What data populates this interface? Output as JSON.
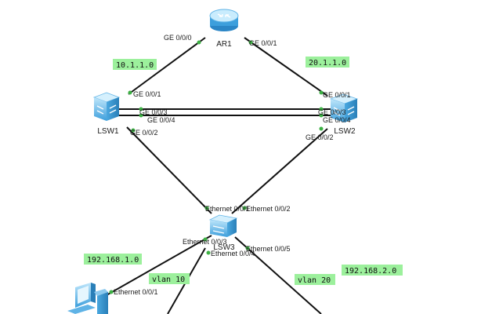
{
  "colors": {
    "link": "#111111",
    "port_dot": "#3cb043",
    "tag_background": "#9cf09c",
    "device_blue": "#5fb3e6"
  },
  "devices": {
    "ar1": {
      "label": "AR1",
      "icon": "router-icon"
    },
    "lsw1": {
      "label": "LSW1",
      "icon": "switch-icon"
    },
    "lsw2": {
      "label": "LSW2",
      "icon": "switch-icon"
    },
    "lsw3": {
      "label": "LSW3",
      "icon": "switch-icon"
    },
    "pc": {
      "icon": "pc-icon"
    }
  },
  "ports": {
    "ar1_ge000": "GE 0/0/0",
    "ar1_ge001": "GE 0/0/1",
    "lsw1_ge001": "GE 0/0/1",
    "lsw1_ge003": "GE 0/0/3",
    "lsw1_ge004": "GE 0/0/4",
    "lsw1_ge002": "GE 0/0/2",
    "lsw2_ge001": "GE 0/0/1",
    "lsw2_ge003": "GE 0/0/3",
    "lsw2_ge004": "GE 0/0/4",
    "lsw2_ge002": "GE 0/0/2",
    "lsw3_eth001": "Ethernet 0/0/1",
    "lsw3_eth002": "Ethernet 0/0/2",
    "lsw3_eth003": "Ethernet 0/0/3",
    "lsw3_eth004": "Ethernet 0/0/4",
    "lsw3_eth005": "Ethernet 0/0/5",
    "pc_eth001": "Ethernet 0/0/1"
  },
  "tags": {
    "net_10": "10.1.1.0",
    "net_20": "20.1.1.0",
    "net_192_1": "192.168.1.0",
    "vlan_10": "vlan 10",
    "vlan_20": "vlan 20",
    "net_192_2": "192.168.2.0"
  }
}
